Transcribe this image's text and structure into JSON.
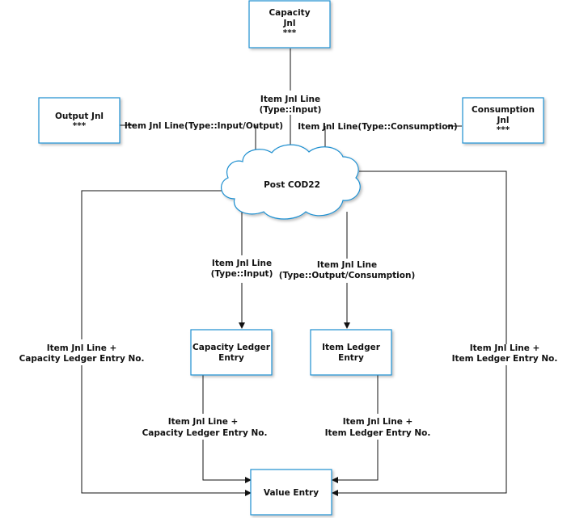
{
  "nodes": {
    "capacity_jnl": {
      "line1": "Capacity",
      "line2": "Jnl",
      "line3": "***"
    },
    "output_jnl": {
      "line1": "Output Jnl",
      "line2": "***"
    },
    "consumption_jnl": {
      "line1": "Consumption",
      "line2": "Jnl",
      "line3": "***"
    },
    "post_cod22": {
      "label": "Post COD22"
    },
    "capacity_ledger_entry": {
      "line1": "Capacity Ledger",
      "line2": "Entry"
    },
    "item_ledger_entry": {
      "line1": "Item Ledger",
      "line2": "Entry"
    },
    "value_entry": {
      "label": "Value Entry"
    }
  },
  "connectors": {
    "capacity_to_post": {
      "line1": "Item Jnl Line",
      "line2": "(Type::Input)"
    },
    "output_to_post": {
      "line1": "Item Jnl Line(Type::Input/Output)"
    },
    "consumption_to_post": {
      "line1": "Item Jnl Line(Type::Consumption)"
    },
    "post_to_capacity_ledger": {
      "line1": "Item Jnl Line",
      "line2": "(Type::Input)"
    },
    "post_to_item_ledger": {
      "line1": "Item Jnl Line",
      "line2": "(Type::Output/Consumption)"
    },
    "post_to_value_left": {
      "line1": "Item Jnl Line +",
      "line2": "Capacity Ledger Entry No."
    },
    "post_to_value_right": {
      "line1": "Item Jnl Line +",
      "line2": "Item Ledger Entry No."
    },
    "capacity_ledger_to_value": {
      "line1": "Item Jnl Line +",
      "line2": "Capacity Ledger Entry No."
    },
    "item_ledger_to_value": {
      "line1": "Item Jnl Line +",
      "line2": "Item Ledger Entry No."
    }
  },
  "colors": {
    "box_border": "#1f8fd0",
    "cloud_border": "#1f8fd0",
    "line": "#111111",
    "text": "#111111"
  }
}
